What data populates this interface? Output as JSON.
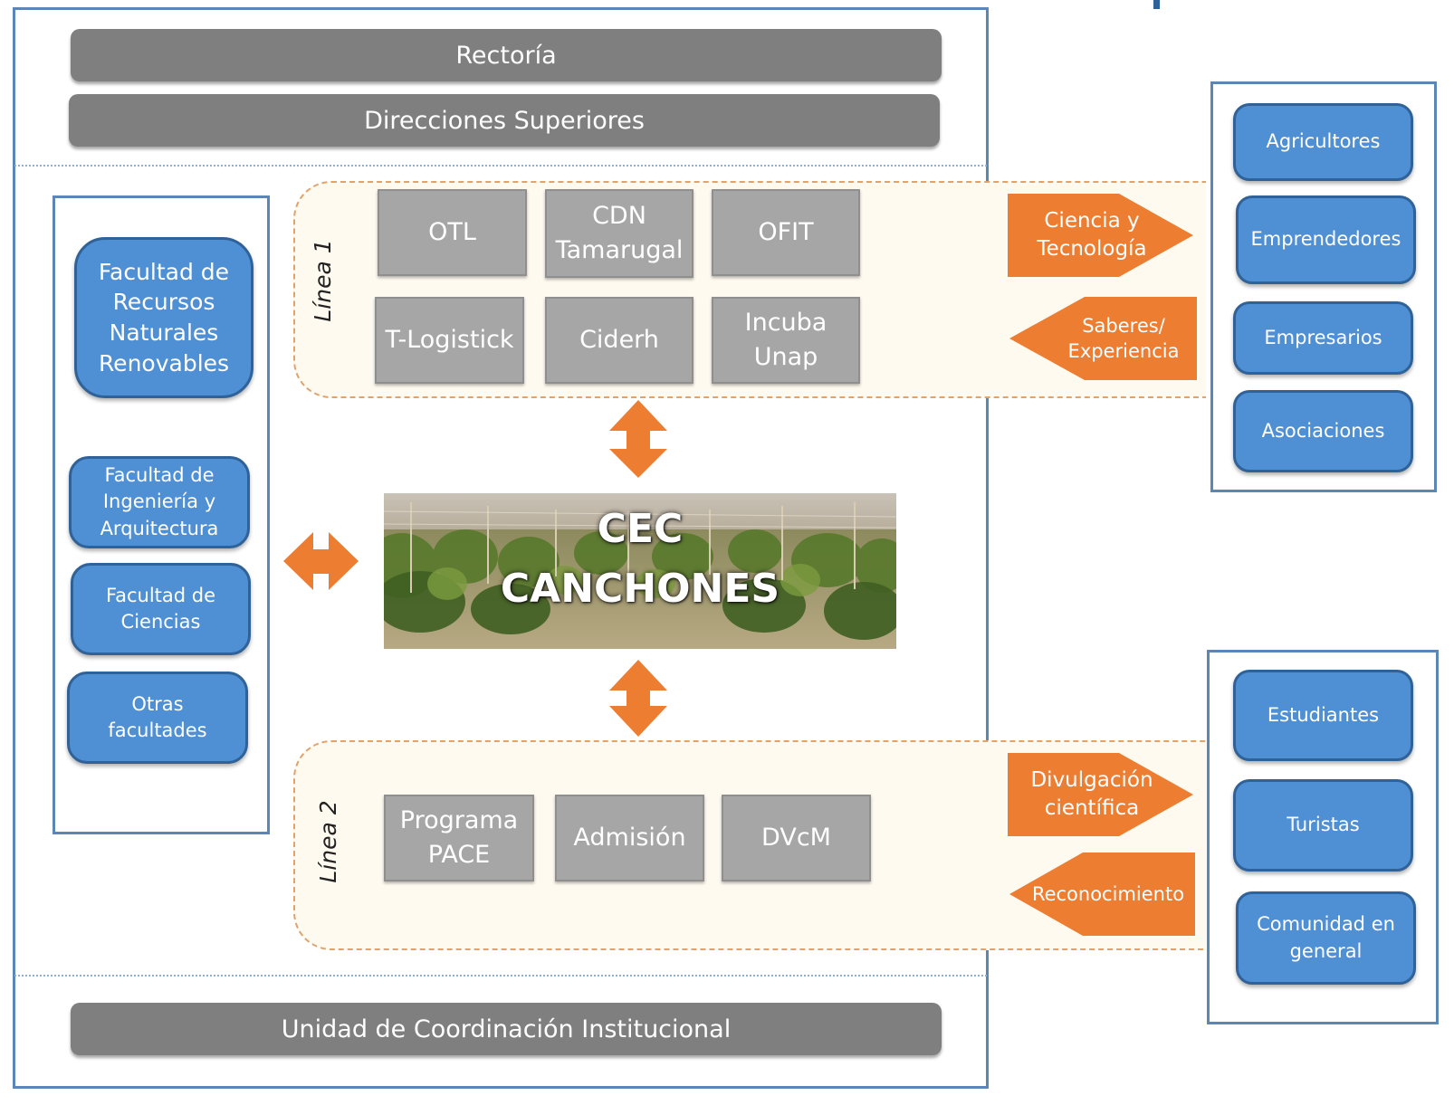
{
  "top": {
    "rectoria": "Rectoría",
    "direcciones": "Direcciones Superiores"
  },
  "bottom": {
    "unidad": "Unidad de Coordinación Institucional"
  },
  "faculties": [
    {
      "label": "Facultad de\nRecursos\nNaturales\nRenovables"
    },
    {
      "label": "Facultad de\nIngeniería y\nArquitectura"
    },
    {
      "label": "Facultad de\nCiencias"
    },
    {
      "label": "Otras\nfacultades"
    }
  ],
  "line1": {
    "label": "Línea 1",
    "boxes": [
      "OTL",
      "CDN\nTamarugal",
      "OFIT",
      "T-Logistick",
      "Ciderh",
      "Incuba\nUnap"
    ],
    "arrow_out": "Ciencia y\nTecnología",
    "arrow_in": "Saberes/\nExperiencia"
  },
  "line2": {
    "label": "Línea 2",
    "boxes": [
      "Programa\nPACE",
      "Admisión",
      "DVcM"
    ],
    "arrow_out": "Divulgación\ncientífica",
    "arrow_in": "Reconocimiento"
  },
  "center": {
    "title_line1": "CEC",
    "title_line2": "CANCHONES"
  },
  "stakeholders_top": [
    "Agricultores",
    "Emprendedores",
    "Empresarios",
    "Asociaciones"
  ],
  "stakeholders_bottom": [
    "Estudiantes",
    "Turistas",
    "Comunidad en\ngeneral"
  ],
  "colors": {
    "orange": "#ed7d31",
    "blue": "#4f8fd3",
    "gray": "#a6a6a6",
    "dark_gray": "#7f7f7f",
    "frame": "#5b86b5"
  }
}
